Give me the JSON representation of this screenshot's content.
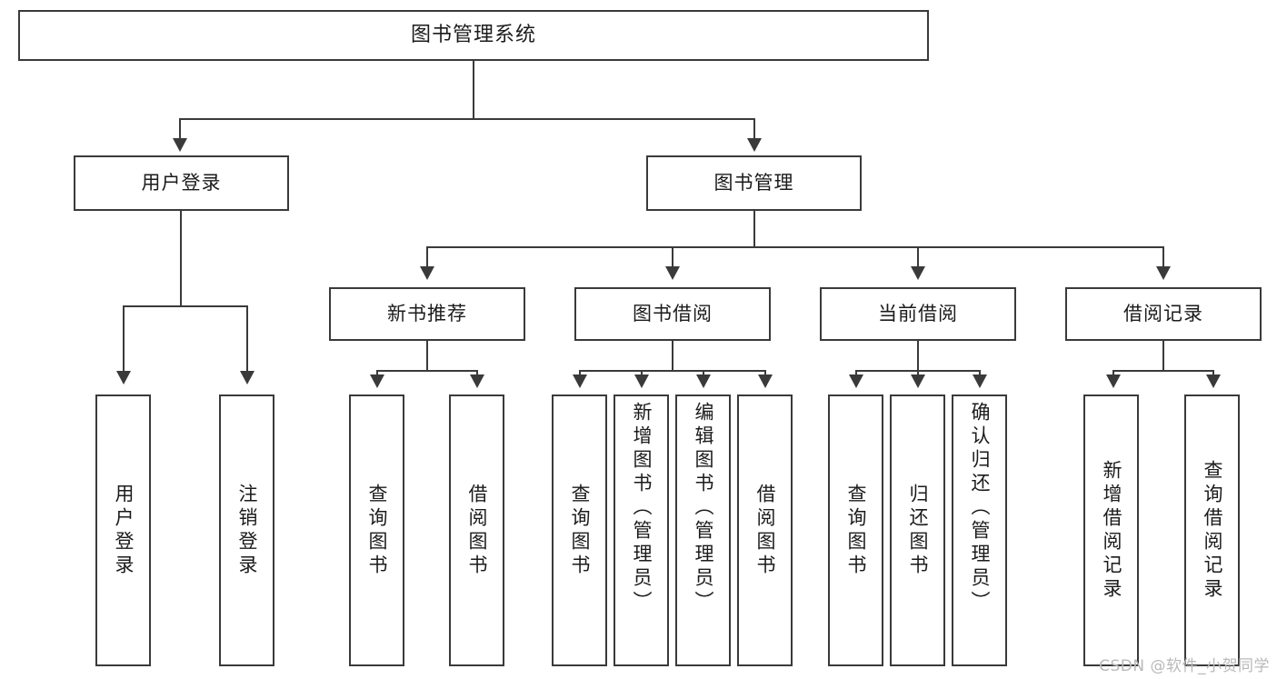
{
  "diagram": {
    "title": "图书管理系统",
    "type": "hierarchy-tree",
    "root": {
      "id": "root",
      "label": "图书管理系统"
    },
    "level1": [
      {
        "id": "user-login",
        "label": "用户登录"
      },
      {
        "id": "book-manage",
        "label": "图书管理"
      }
    ],
    "level2": [
      {
        "id": "new-book-rec",
        "label": "新书推荐",
        "parent": "book-manage"
      },
      {
        "id": "book-borrow",
        "label": "图书借阅",
        "parent": "book-manage"
      },
      {
        "id": "current-borrow",
        "label": "当前借阅",
        "parent": "book-manage"
      },
      {
        "id": "borrow-record",
        "label": "借阅记录",
        "parent": "book-manage"
      }
    ],
    "leaves": {
      "user-login": [
        {
          "id": "leaf-user-login",
          "label": "用户登录"
        },
        {
          "id": "leaf-user-logout",
          "label": "注销登录"
        }
      ],
      "new-book-rec": [
        {
          "id": "leaf-query-book-1",
          "label": "查询图书"
        },
        {
          "id": "leaf-borrow-book-1",
          "label": "借阅图书"
        }
      ],
      "book-borrow": [
        {
          "id": "leaf-query-book-2",
          "label": "查询图书"
        },
        {
          "id": "leaf-add-book",
          "label": "新增图书（管理员）"
        },
        {
          "id": "leaf-edit-book",
          "label": "编辑图书（管理员）"
        },
        {
          "id": "leaf-borrow-book-2",
          "label": "借阅图书"
        }
      ],
      "current-borrow": [
        {
          "id": "leaf-query-book-3",
          "label": "查询图书"
        },
        {
          "id": "leaf-return-book",
          "label": "归还图书"
        },
        {
          "id": "leaf-confirm-return",
          "label": "确认归还（管理员）"
        }
      ],
      "borrow-record": [
        {
          "id": "leaf-add-record",
          "label": "新增借阅记录"
        },
        {
          "id": "leaf-query-record",
          "label": "查询借阅记录"
        }
      ]
    }
  },
  "watermark": {
    "text": "CSDN @软件_小贺同学"
  },
  "colors": {
    "stroke": "#3a3a3a",
    "background": "#ffffff",
    "text": "#1b1b1b",
    "watermark": "#b9b9b9"
  }
}
